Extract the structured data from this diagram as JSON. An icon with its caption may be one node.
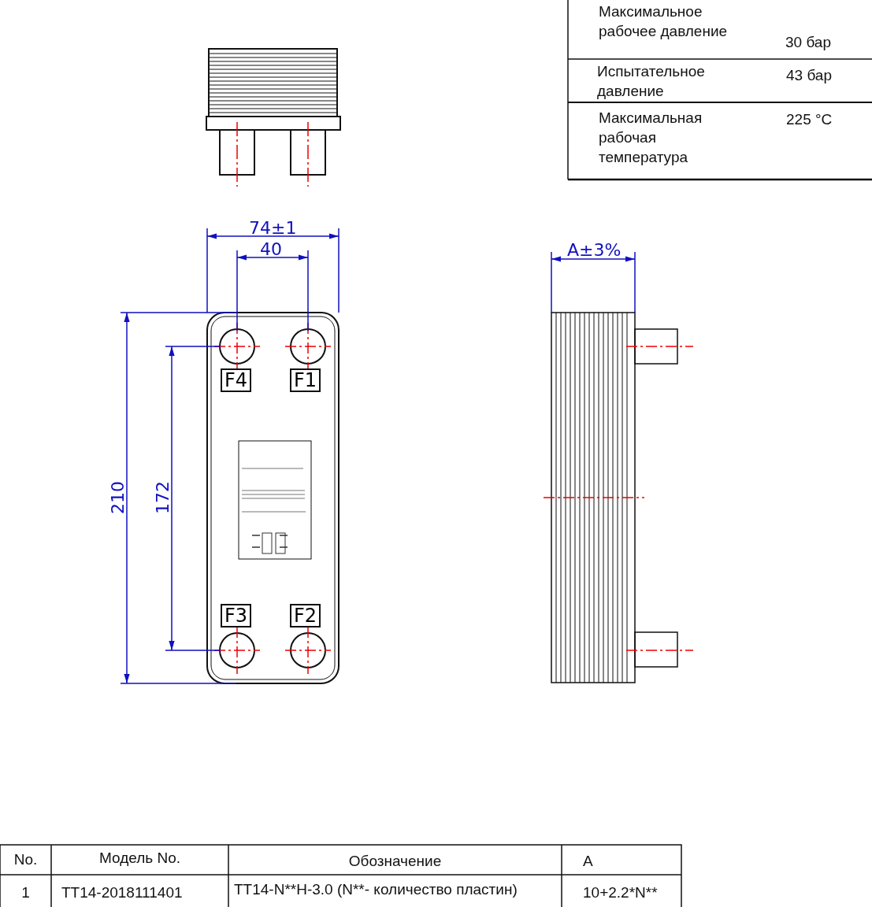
{
  "diagram": {
    "labels": [
      "Максимальное рабочее давление",
      "30 бар",
      "Испытательное давление",
      "43 бар",
      "Максимальная рабочая температура",
      "225 °C",
      "74±1",
      "40",
      "A±3%",
      "F4",
      "F1",
      "210",
      "172",
      "F3",
      "F2",
      "No.",
      "Модель No.",
      "Обозначение",
      "A",
      "1",
      "TT14-2018111401",
      "TT14-N**H-3.0  (N**- количество пластин)",
      "10+2.2*N**"
    ]
  }
}
